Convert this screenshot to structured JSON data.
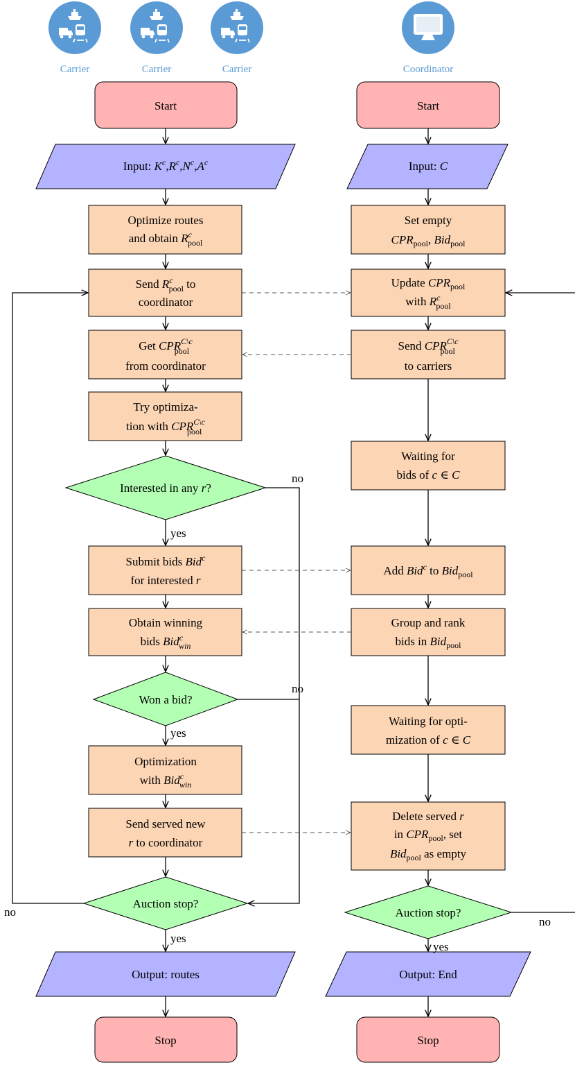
{
  "actors": {
    "carriers": [
      {
        "label": "Carrier"
      },
      {
        "label": "Carrier"
      },
      {
        "label": "Carrier"
      }
    ],
    "coordinator": {
      "label": "Coordinator"
    }
  },
  "colors": {
    "terminal": "#ffb3b3",
    "io": "#b3b3ff",
    "process": "#fcd5b4",
    "decision": "#b3ffb3",
    "actor_icon": "#5b9bd5"
  },
  "carrier_flow": {
    "start": "Start",
    "input": {
      "text": "Input: ",
      "vars": [
        "K",
        "R",
        "N",
        "A"
      ],
      "sup": "c",
      "sep": ","
    },
    "optimize": {
      "line1": "Optimize routes",
      "line2_prefix": "and obtain ",
      "var": "R",
      "sup": "c",
      "sub": "pool"
    },
    "send_pool": {
      "prefix": "Send ",
      "var": "R",
      "sup": "c",
      "sub": "pool",
      "suffix": " to",
      "line2": "coordinator"
    },
    "get_cpr": {
      "prefix": "Get ",
      "var": "CPR",
      "sup": "C\\c",
      "sub": "pool",
      "line2": "from coordinator"
    },
    "try_opt": {
      "line1": "Try optimiza-",
      "line2_prefix": "tion with ",
      "var": "CPR",
      "sup": "C\\c",
      "sub": "pool"
    },
    "interested": {
      "prefix": "Interested in any ",
      "var": "r",
      "suffix": "?"
    },
    "submit": {
      "prefix": "Submit bids ",
      "var": "Bid",
      "sup": "c",
      "line2_prefix": "for interested ",
      "line2_var": "r"
    },
    "obtain_winning": {
      "line1": "Obtain winning",
      "line2_prefix": "bids ",
      "var": "Bid",
      "sup": "c",
      "sub": "win"
    },
    "won": "Won a bid?",
    "optimization": {
      "line1": "Optimization",
      "line2_prefix": "with ",
      "var": "Bid",
      "sup": "c",
      "sub": "win"
    },
    "send_served": {
      "line1": "Send served new",
      "line2_var": "r",
      "line2_suffix": " to coordinator"
    },
    "auction_stop": "Auction stop?",
    "output": "Output: routes",
    "stop": "Stop"
  },
  "coordinator_flow": {
    "start": "Start",
    "input": {
      "text": "Input: ",
      "var": "C"
    },
    "set_empty": {
      "line1": "Set empty",
      "var1": "CPR",
      "sub1": "pool",
      "sep": ", ",
      "var2": "Bid",
      "sub2": "pool"
    },
    "update": {
      "prefix": "Update ",
      "var": "CPR",
      "sub": "pool",
      "line2_prefix": "with ",
      "var2": "R",
      "sup2": "c",
      "sub2": "pool"
    },
    "send_cpr": {
      "prefix": "Send ",
      "var": "CPR",
      "sup": "C\\c",
      "sub": "pool",
      "line2": "to carriers"
    },
    "waiting_bids": {
      "line1": "Waiting for",
      "line2_prefix": "bids of ",
      "expr": "c ∈ C"
    },
    "add_bid": {
      "prefix": "Add ",
      "var": "Bid",
      "sup": "c",
      "mid": " to ",
      "var2": "Bid",
      "sub2": "pool"
    },
    "group_rank": {
      "line1": "Group and rank",
      "line2_prefix": "bids in ",
      "var": "Bid",
      "sub": "pool"
    },
    "waiting_opt": {
      "line1": "Waiting for opti-",
      "line2_prefix": "mization of ",
      "expr": "c ∈ C"
    },
    "delete_served": {
      "line1_prefix": "Delete served ",
      "line1_var": "r",
      "line2_prefix": "in ",
      "var": "CPR",
      "sub": "pool",
      "line2_suffix": ", set",
      "var3": "Bid",
      "sub3": "pool",
      "line3_suffix": " as empty"
    },
    "auction_stop": "Auction stop?",
    "output": "Output: End",
    "stop": "Stop"
  },
  "edge_labels": {
    "yes": "yes",
    "no": "no"
  }
}
